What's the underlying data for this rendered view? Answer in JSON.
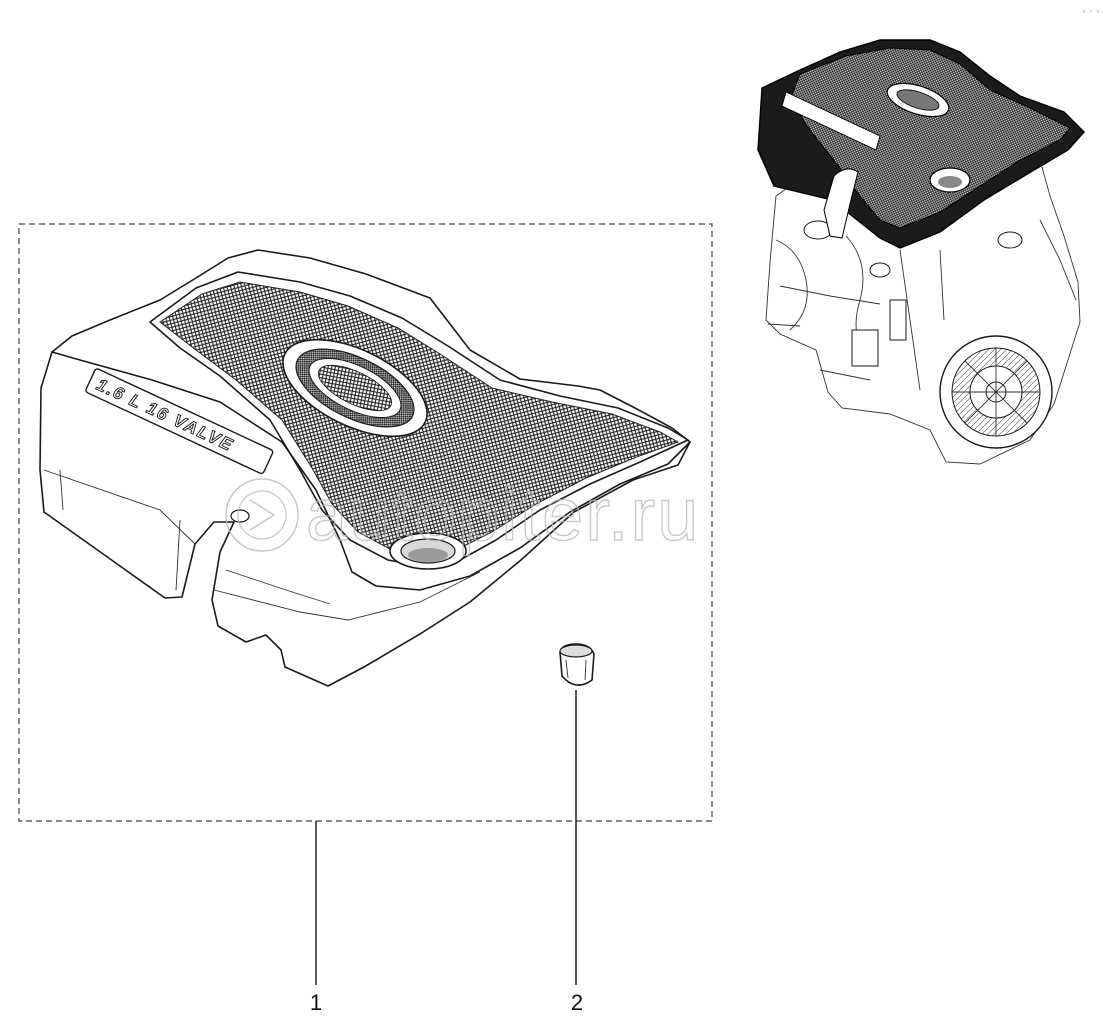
{
  "callouts": [
    {
      "id": "1",
      "label": "1"
    },
    {
      "id": "2",
      "label": "2"
    }
  ],
  "cover_marking": "1.6 L  16 VALVE",
  "watermark": "autopiter.ru",
  "corner_code": "ᵃ ⁿ ᵃ"
}
